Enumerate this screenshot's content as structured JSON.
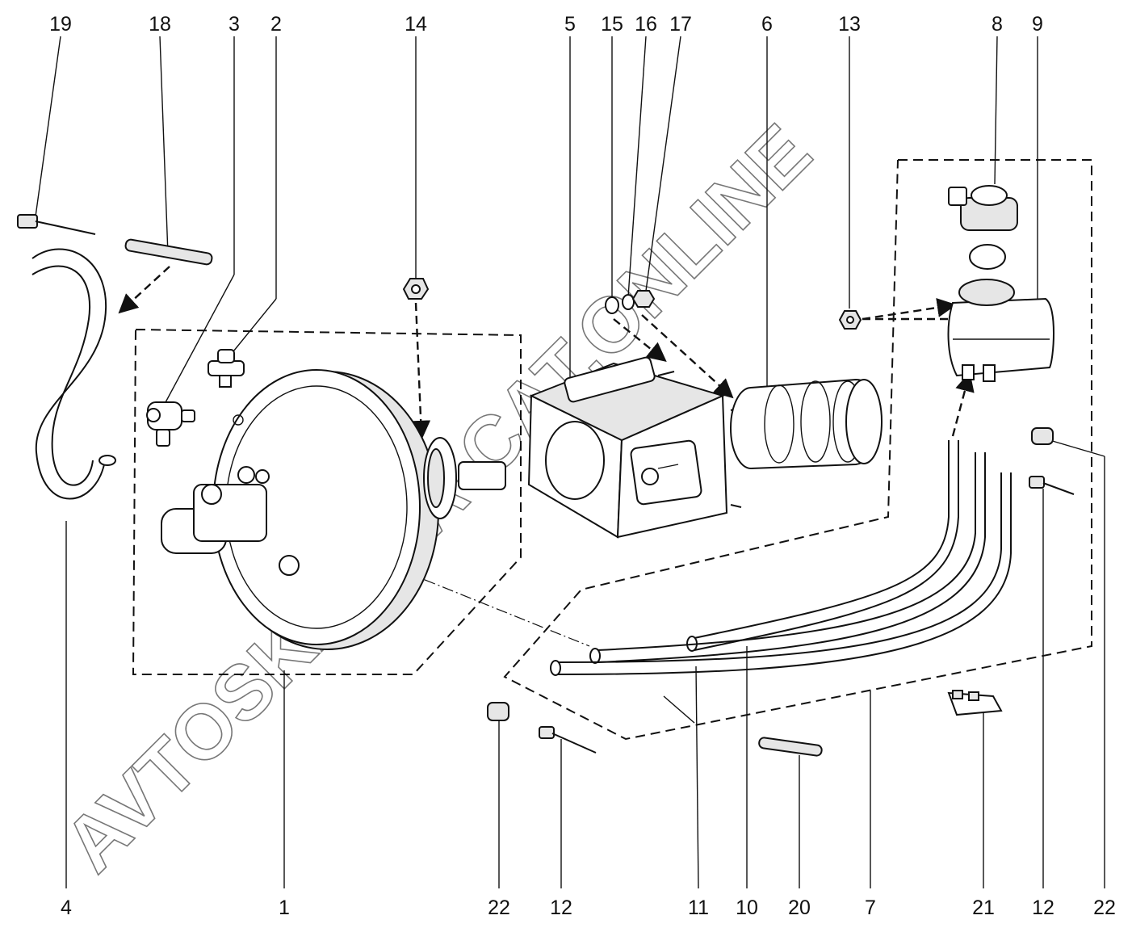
{
  "callouts": {
    "top": [
      "19",
      "18",
      "3",
      "2",
      "14",
      "5",
      "15",
      "16",
      "17",
      "6",
      "13",
      "8",
      "9"
    ],
    "bottom": [
      "4",
      "1",
      "22",
      "12",
      "11",
      "10",
      "20",
      "7",
      "21",
      "12",
      "22"
    ]
  },
  "watermark": "AVTOSKAZKA-CAT.ONLINE",
  "colors": {
    "ink": "#111111",
    "background": "#ffffff",
    "watermark": "#777777"
  }
}
